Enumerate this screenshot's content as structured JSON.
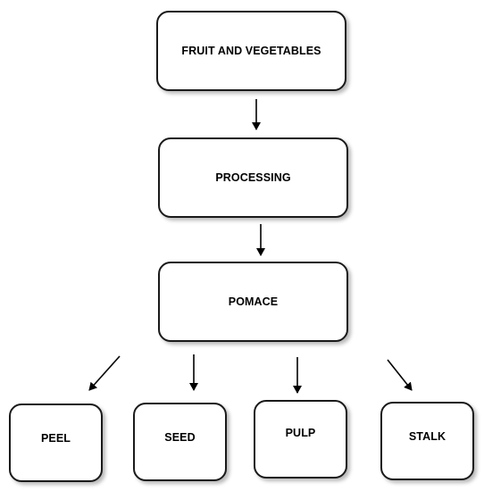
{
  "diagram": {
    "nodes": {
      "fruit": "FRUIT AND VEGETABLES",
      "processing": "PROCESSING",
      "pomace": "POMACE",
      "peel": "PEEL",
      "seed": "SEED",
      "pulp": "PULP",
      "stalk": "STALK"
    },
    "edges": [
      {
        "from": "FRUIT AND VEGETABLES",
        "to": "PROCESSING"
      },
      {
        "from": "PROCESSING",
        "to": "POMACE"
      },
      {
        "from": "POMACE",
        "to": "PEEL"
      },
      {
        "from": "POMACE",
        "to": "SEED"
      },
      {
        "from": "POMACE",
        "to": "PULP"
      },
      {
        "from": "POMACE",
        "to": "STALK"
      }
    ],
    "colors": {
      "box_border": "#1a1a1a",
      "arrow": "#000000",
      "background": "#ffffff"
    }
  }
}
